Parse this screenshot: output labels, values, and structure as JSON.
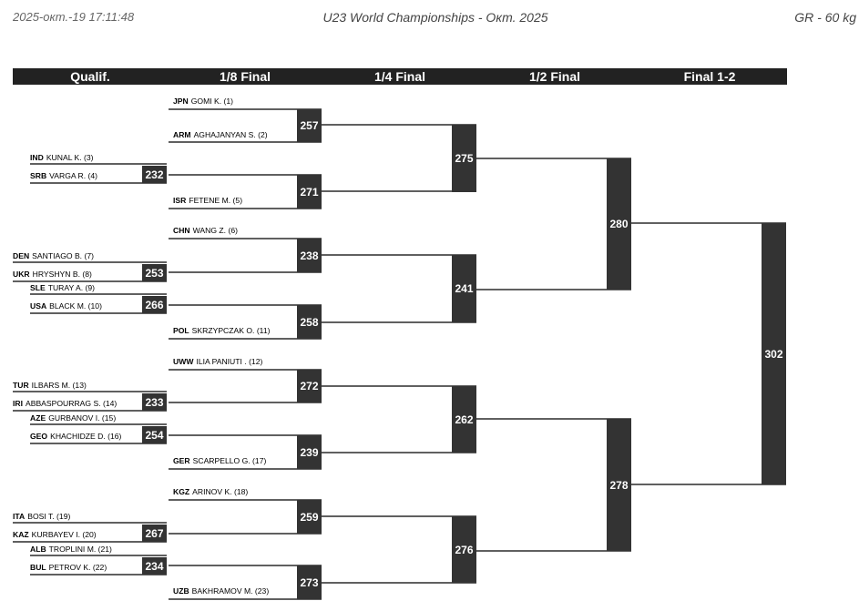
{
  "header": {
    "datetime": "2025-окт.-19 17:11:48",
    "title": "U23 World Championships - Окт. 2025",
    "weight_class": "GR - 60 kg"
  },
  "columns": [
    "Qualif.",
    "1/8 Final",
    "1/4 Final",
    "1/2 Final",
    "Final 1-2"
  ],
  "athletes": [
    {
      "country": "JPN",
      "name": "GOMI K. (1)"
    },
    {
      "country": "ARM",
      "name": "AGHAJANYAN S. (2)"
    },
    {
      "country": "IND",
      "name": "KUNAL K. (3)"
    },
    {
      "country": "SRB",
      "name": "VARGA R. (4)"
    },
    {
      "country": "ISR",
      "name": "FETENE M. (5)"
    },
    {
      "country": "CHN",
      "name": "WANG Z. (6)"
    },
    {
      "country": "DEN",
      "name": "SANTIAGO B. (7)"
    },
    {
      "country": "UKR",
      "name": "HRYSHYN B. (8)"
    },
    {
      "country": "SLE",
      "name": "TURAY A. (9)"
    },
    {
      "country": "USA",
      "name": "BLACK M. (10)"
    },
    {
      "country": "POL",
      "name": "SKRZYPCZAK O. (11)"
    },
    {
      "country": "UWW",
      "name": "ILIA PANIUTI . (12)"
    },
    {
      "country": "TUR",
      "name": "ILBARS M. (13)"
    },
    {
      "country": "IRI",
      "name": "ABBASPOURRAG S. (14)"
    },
    {
      "country": "AZE",
      "name": "GURBANOV I. (15)"
    },
    {
      "country": "GEO",
      "name": "KHACHIDZE D. (16)"
    },
    {
      "country": "GER",
      "name": "SCARPELLO G. (17)"
    },
    {
      "country": "KGZ",
      "name": "ARINOV K. (18)"
    },
    {
      "country": "ITA",
      "name": "BOSI T. (19)"
    },
    {
      "country": "KAZ",
      "name": "KURBAYEV I. (20)"
    },
    {
      "country": "ALB",
      "name": "TROPLINI M. (21)"
    },
    {
      "country": "BUL",
      "name": "PETROV K. (22)"
    },
    {
      "country": "UZB",
      "name": "BAKHRAMOV M. (23)"
    }
  ],
  "bouts": [
    {
      "id": "232"
    },
    {
      "id": "253"
    },
    {
      "id": "266"
    },
    {
      "id": "233"
    },
    {
      "id": "254"
    },
    {
      "id": "267"
    },
    {
      "id": "234"
    },
    {
      "id": "257"
    },
    {
      "id": "271"
    },
    {
      "id": "238"
    },
    {
      "id": "258"
    },
    {
      "id": "272"
    },
    {
      "id": "239"
    },
    {
      "id": "259"
    },
    {
      "id": "273"
    },
    {
      "id": "275"
    },
    {
      "id": "241"
    },
    {
      "id": "262"
    },
    {
      "id": "276"
    },
    {
      "id": "280"
    },
    {
      "id": "278"
    },
    {
      "id": "302"
    }
  ]
}
